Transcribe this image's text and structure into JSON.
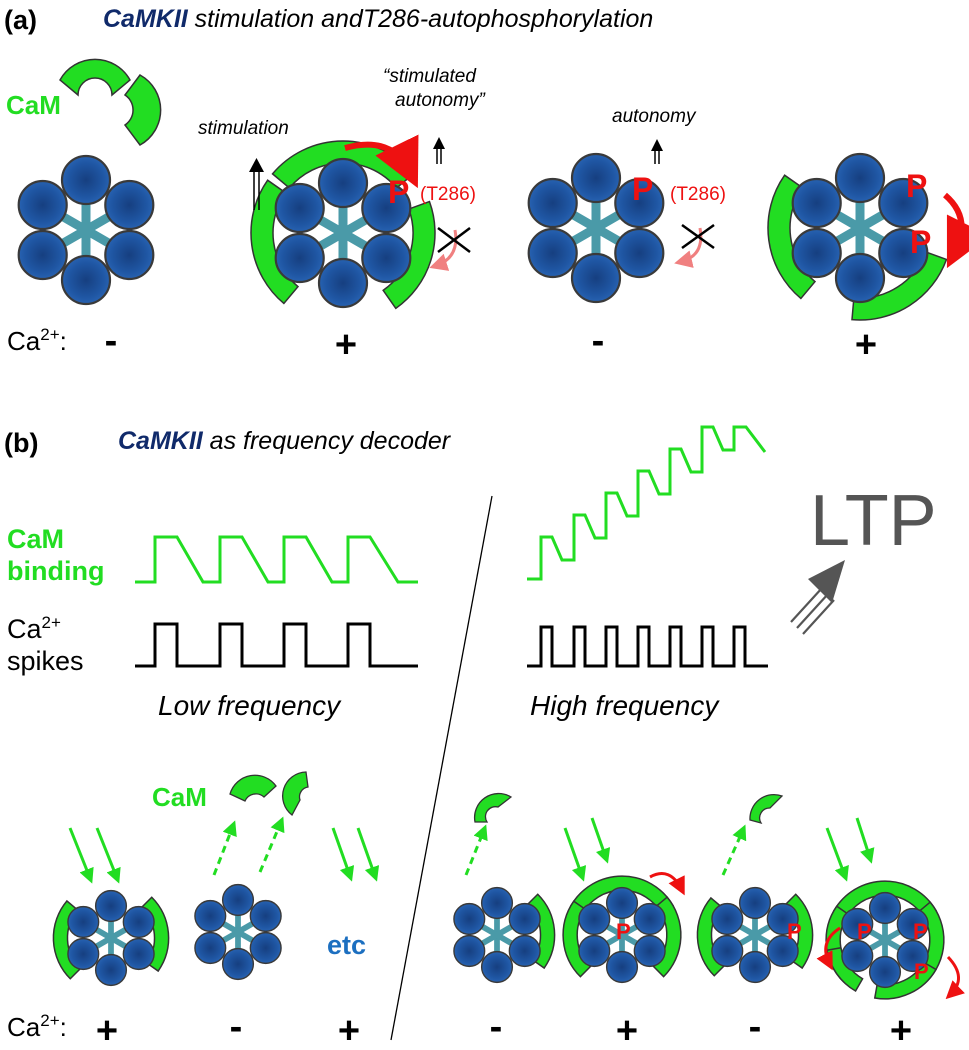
{
  "panel_a": {
    "label": "(a)",
    "title_em": "CaMKII",
    "title_rest": " stimulation andT286-autophosphorylation",
    "cam_label": "CaM",
    "stimulation_label": "stimulation",
    "stimulated_autonomy_line1": "“stimulated",
    "stimulated_autonomy_line2": "autonomy”",
    "autonomy_label": "autonomy",
    "p_label": "P",
    "t286_label": "(T286)",
    "ca_label_base": "Ca",
    "ca_label_sup": "2+",
    "ca_label_colon": ":",
    "ca_states": [
      "-",
      "+",
      "-",
      "+"
    ]
  },
  "panel_b": {
    "label": "(b)",
    "title_em": "CaMKII",
    "title_rest": " as frequency decoder",
    "cam_binding_line1": "CaM",
    "cam_binding_line2": "binding",
    "ca_spikes_line1": "Ca",
    "ca_spikes_sup": "2+",
    "ca_spikes_line2": "spikes",
    "low_frequency": "Low frequency",
    "high_frequency": "High frequency",
    "ltp": "LTP",
    "cam_label": "CaM",
    "etc_label": "etc",
    "p_label": "P",
    "ca_label_base": "Ca",
    "ca_label_sup": "2+",
    "ca_label_colon": ":",
    "ca_states": [
      "+",
      "-",
      "+",
      "-",
      "+",
      "-",
      "+"
    ]
  },
  "colors": {
    "green": "#22dd22",
    "blue": "#1d4f9a",
    "spoke": "#4a9aa8",
    "red": "#ee1111",
    "pink": "#f08080",
    "navy": "#102a6a",
    "etc_blue": "#1c6fc0",
    "ltp_gray": "#555555"
  }
}
